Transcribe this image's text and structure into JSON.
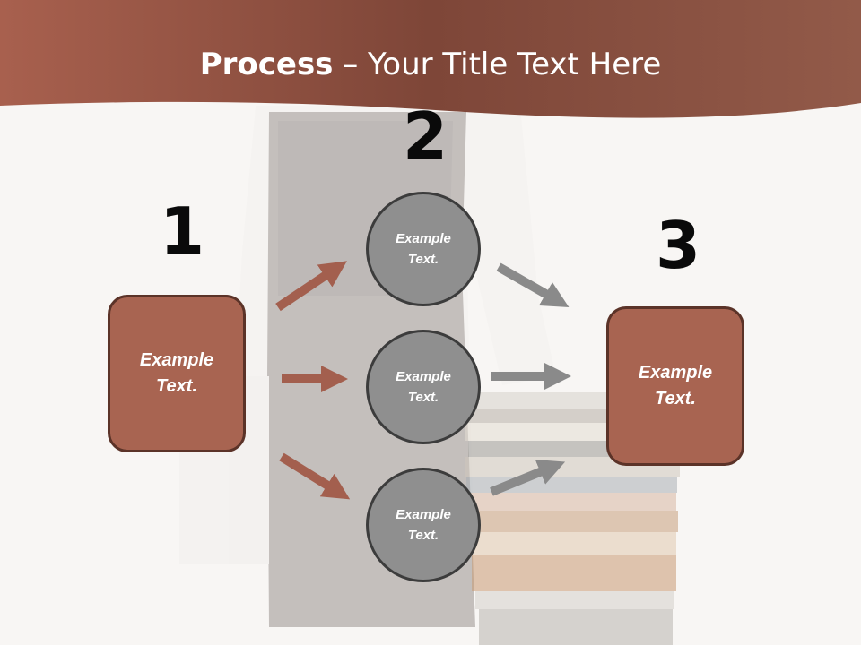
{
  "title": {
    "bold": "Process",
    "rest": " – Your Title Text Here"
  },
  "numbers": {
    "n1": "1",
    "n2": "2",
    "n3": "3"
  },
  "step1": {
    "text_line1": "Example",
    "text_line2": "Text."
  },
  "step3": {
    "text_line1": "Example",
    "text_line2": "Text."
  },
  "circles": [
    {
      "text_line1": "Example",
      "text_line2": "Text."
    },
    {
      "text_line1": "Example",
      "text_line2": "Text."
    },
    {
      "text_line1": "Example",
      "text_line2": "Text."
    }
  ],
  "colors": {
    "header": "#8e5546",
    "box": "#a86451",
    "circle": "#8f8f8f",
    "arrow_left": "#a35f4e",
    "arrow_right": "#8a8a8a"
  }
}
